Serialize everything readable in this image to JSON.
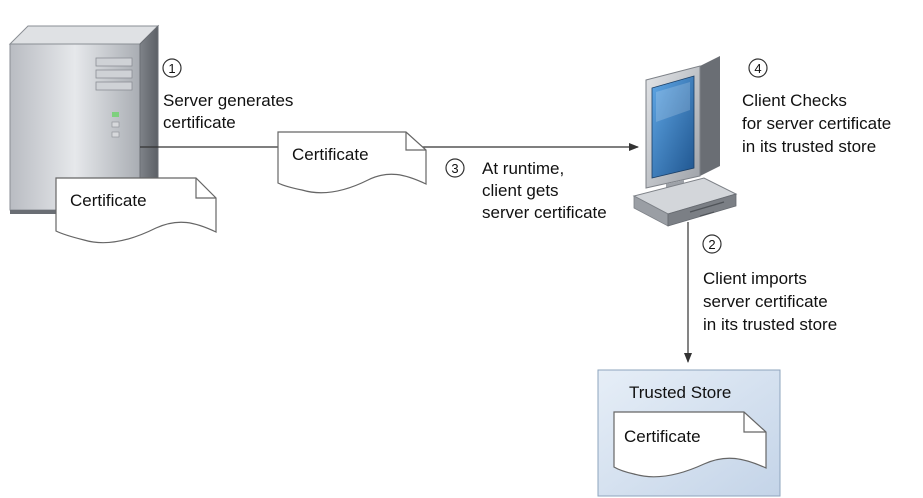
{
  "steps": {
    "step1": {
      "number": "1",
      "lines": [
        "Server generates",
        "certificate"
      ]
    },
    "step2": {
      "number": "2",
      "lines": [
        "Client imports",
        "server certificate",
        "in its trusted store"
      ]
    },
    "step3": {
      "number": "3",
      "lines": [
        "At runtime,",
        "client gets",
        "server certificate"
      ]
    },
    "step4": {
      "number": "4",
      "lines": [
        "Client Checks",
        "for server certificate",
        "in its trusted store"
      ]
    }
  },
  "documents": {
    "server_certificate": "Certificate",
    "transit_certificate": "Certificate",
    "stored_certificate": "Certificate"
  },
  "trusted_store": {
    "title": "Trusted Store"
  },
  "colors": {
    "server_body": "#c9ccd1",
    "monitor_screen": "#2e6fb2",
    "store_fill": "#cfdceb",
    "store_border": "#8ea4bd",
    "line": "#333333"
  },
  "icons": {
    "server": "server-tower-icon",
    "client": "desktop-computer-icon"
  }
}
